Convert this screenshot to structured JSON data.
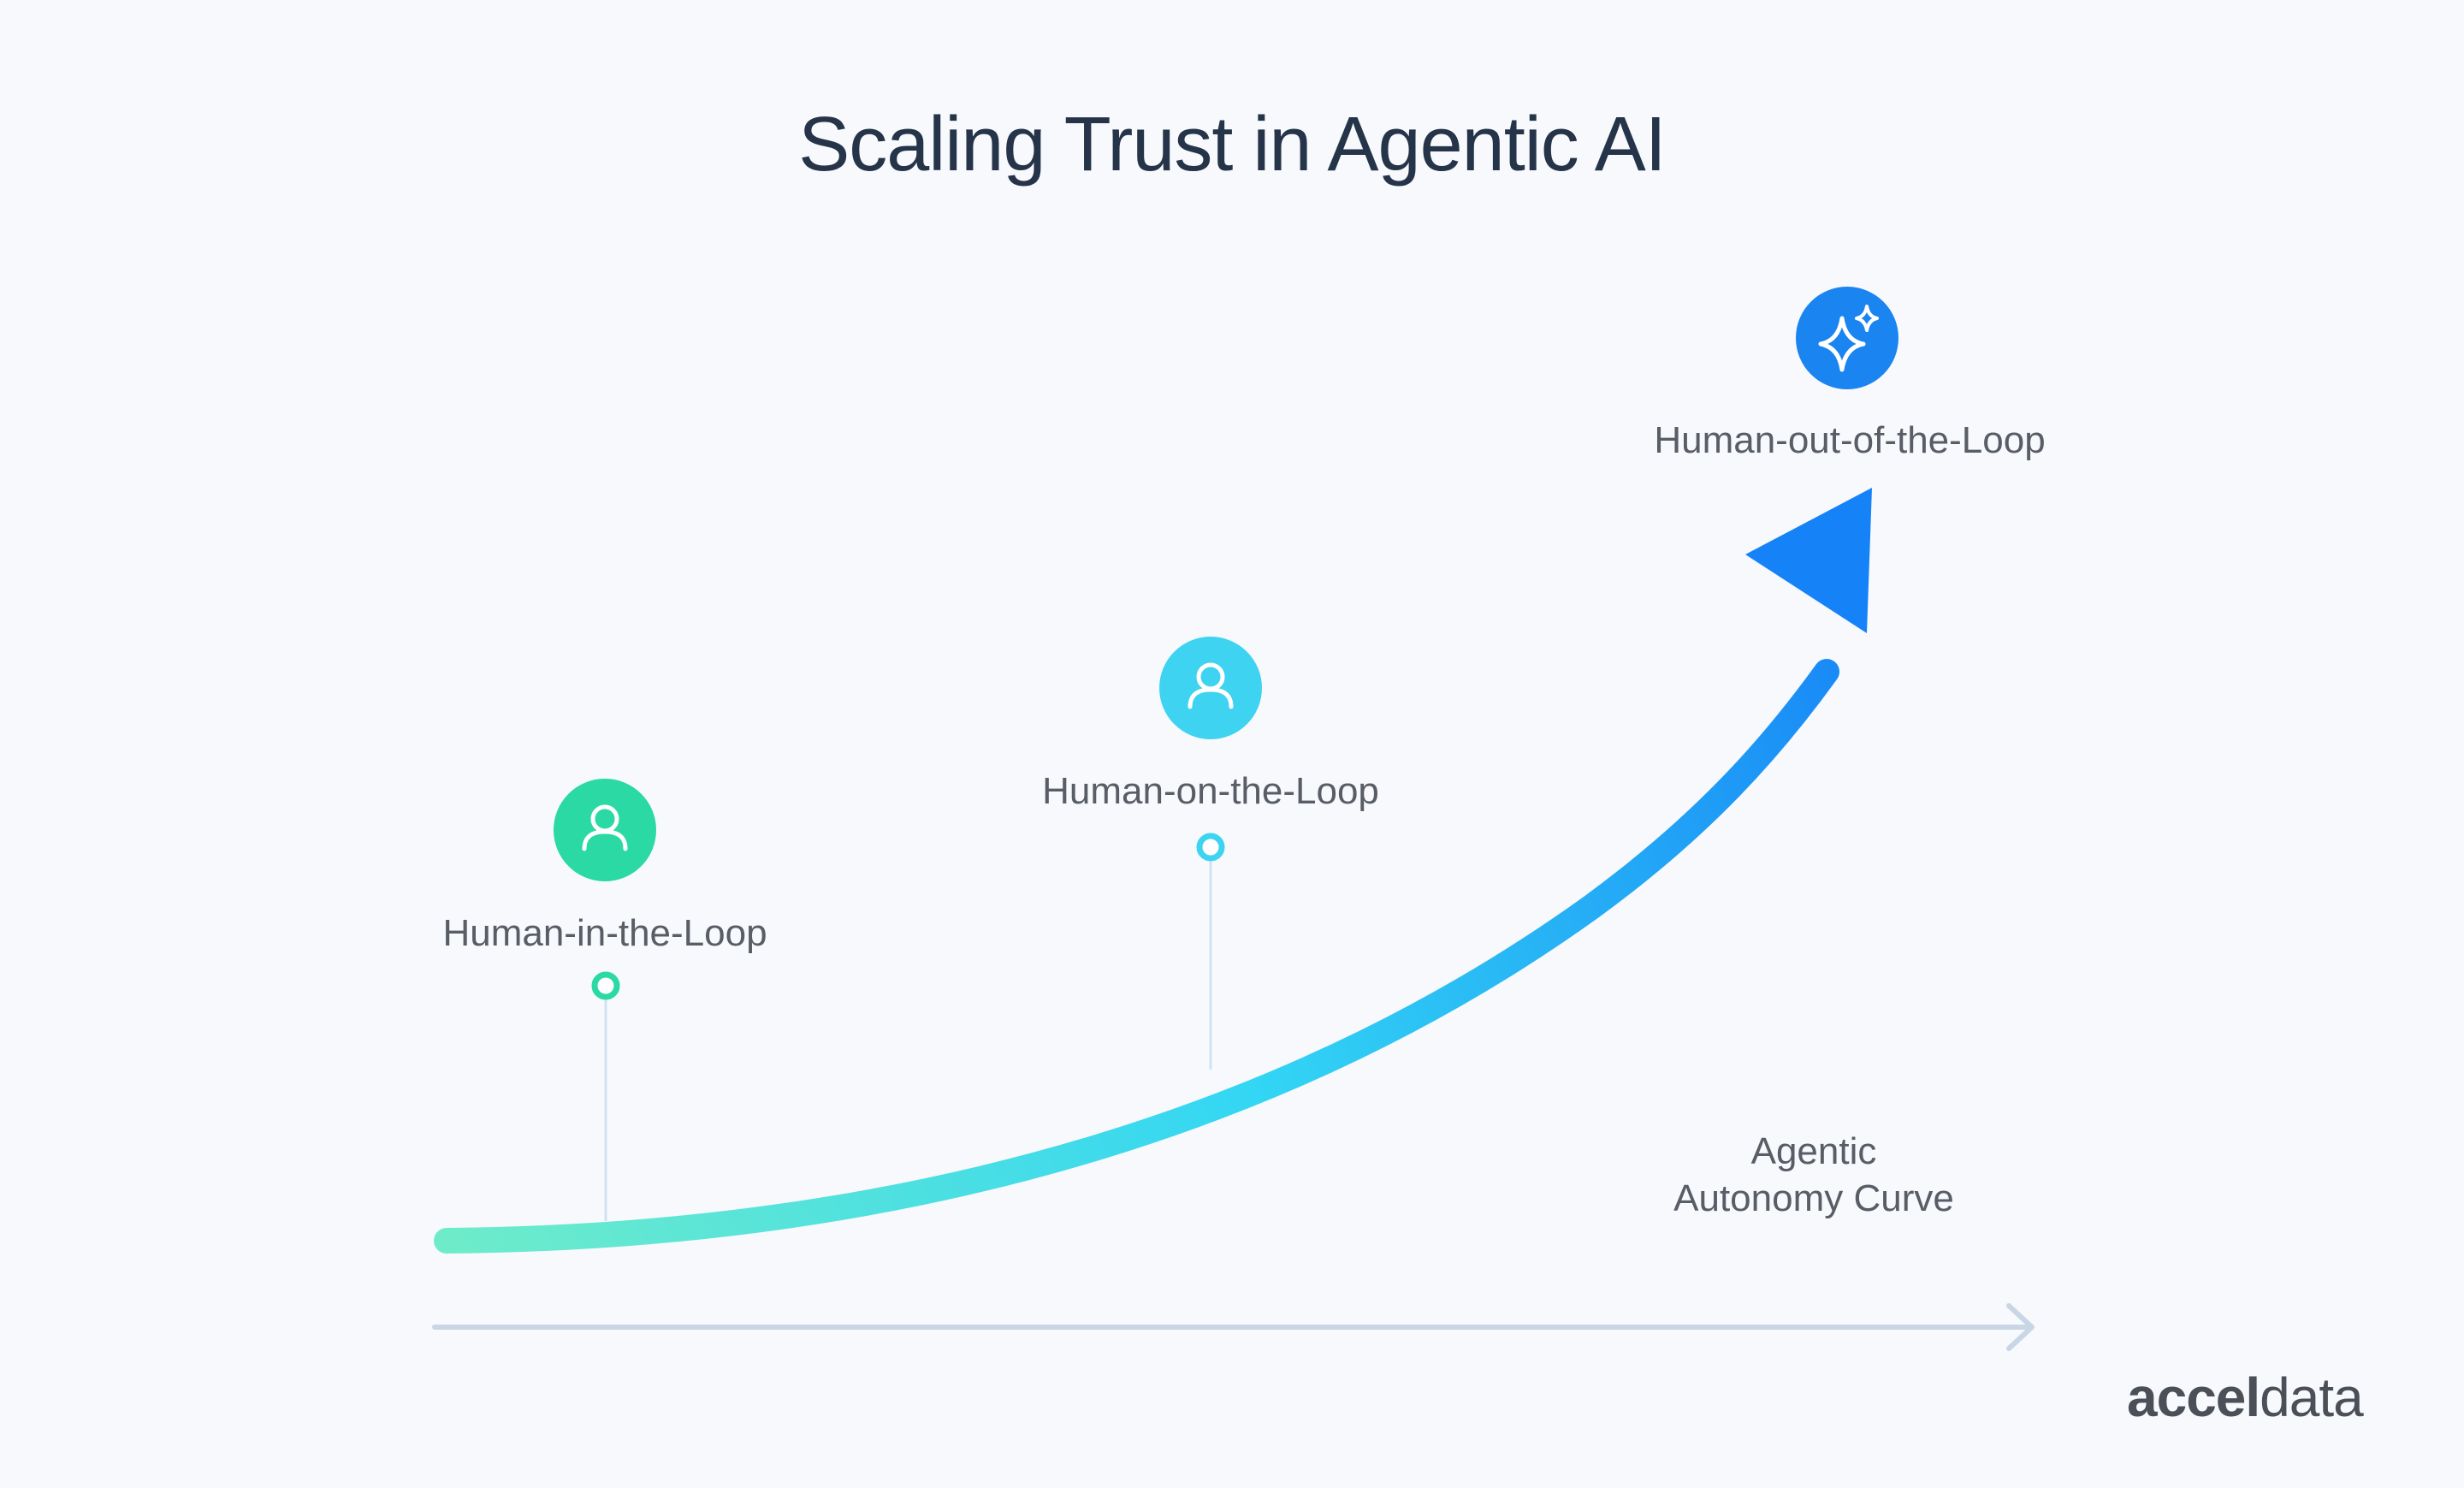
{
  "title": "Scaling Trust in Agentic AI",
  "stages": [
    {
      "label": "Human-in-the-Loop",
      "icon": "person-icon",
      "color": "#2ad9a3"
    },
    {
      "label": "Human-on-the-Loop",
      "icon": "person-icon",
      "color": "#3fd3f2"
    },
    {
      "label": "Human-out-of-the-Loop",
      "icon": "sparkle-icon",
      "color": "#1a84f0"
    }
  ],
  "curve_label": {
    "line1": "Agentic",
    "line2": "Autonomy Curve"
  },
  "logo": {
    "part1": "accel",
    "part2": "data"
  },
  "colors": {
    "curve_start": "#6eecc9",
    "curve_mid": "#33d6f4",
    "curve_end": "#1682f7",
    "axis": "#c9d6e6",
    "connector": "#cfe4f2"
  }
}
